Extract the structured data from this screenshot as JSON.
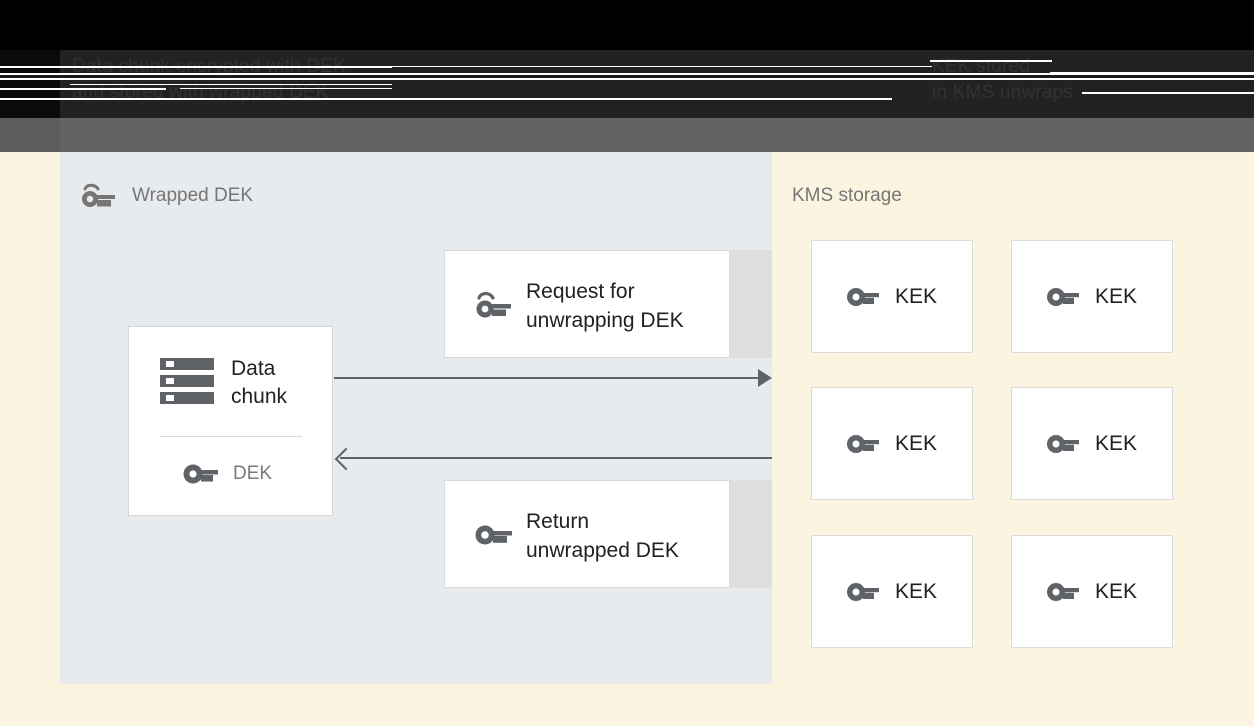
{
  "banner": {
    "left_line1": "Data chunk encrypted with DEK",
    "left_line2": "and stored with wrapped DEK",
    "right_line1": "KEK stored",
    "right_line2": "in KMS unwraps"
  },
  "colors": {
    "page_background": "#FBF4E1",
    "left_panel": "#E8EBEE",
    "card_white": "#FFFFFF",
    "card_shadow": "#DEDEDE",
    "icon_gray": "#5F6368",
    "title_gray": "#767676",
    "text_dark": "#202124",
    "banner_gray": "#636363",
    "banner_dark": "#222222"
  },
  "left_panel": {
    "title": "Wrapped DEK",
    "title_icon": "wrapped-key-icon",
    "data_card": {
      "icon": "data-chunk-icon",
      "label": "Data\nchunk",
      "key_icon": "key-icon",
      "key_label": "DEK"
    },
    "messages": [
      {
        "icon": "wrapped-key-icon",
        "label": "Request for\nunwrapping DEK"
      },
      {
        "icon": "key-icon",
        "label": "Return\nunwrapped DEK"
      }
    ],
    "arrows": [
      {
        "name": "request-arrow",
        "direction": "right"
      },
      {
        "name": "return-arrow",
        "direction": "left"
      }
    ]
  },
  "right_panel": {
    "title": "KMS storage",
    "kek_boxes": [
      {
        "icon": "key-icon",
        "label": "KEK"
      },
      {
        "icon": "key-icon",
        "label": "KEK"
      },
      {
        "icon": "key-icon",
        "label": "KEK"
      },
      {
        "icon": "key-icon",
        "label": "KEK"
      },
      {
        "icon": "key-icon",
        "label": "KEK"
      },
      {
        "icon": "key-icon",
        "label": "KEK"
      }
    ]
  }
}
